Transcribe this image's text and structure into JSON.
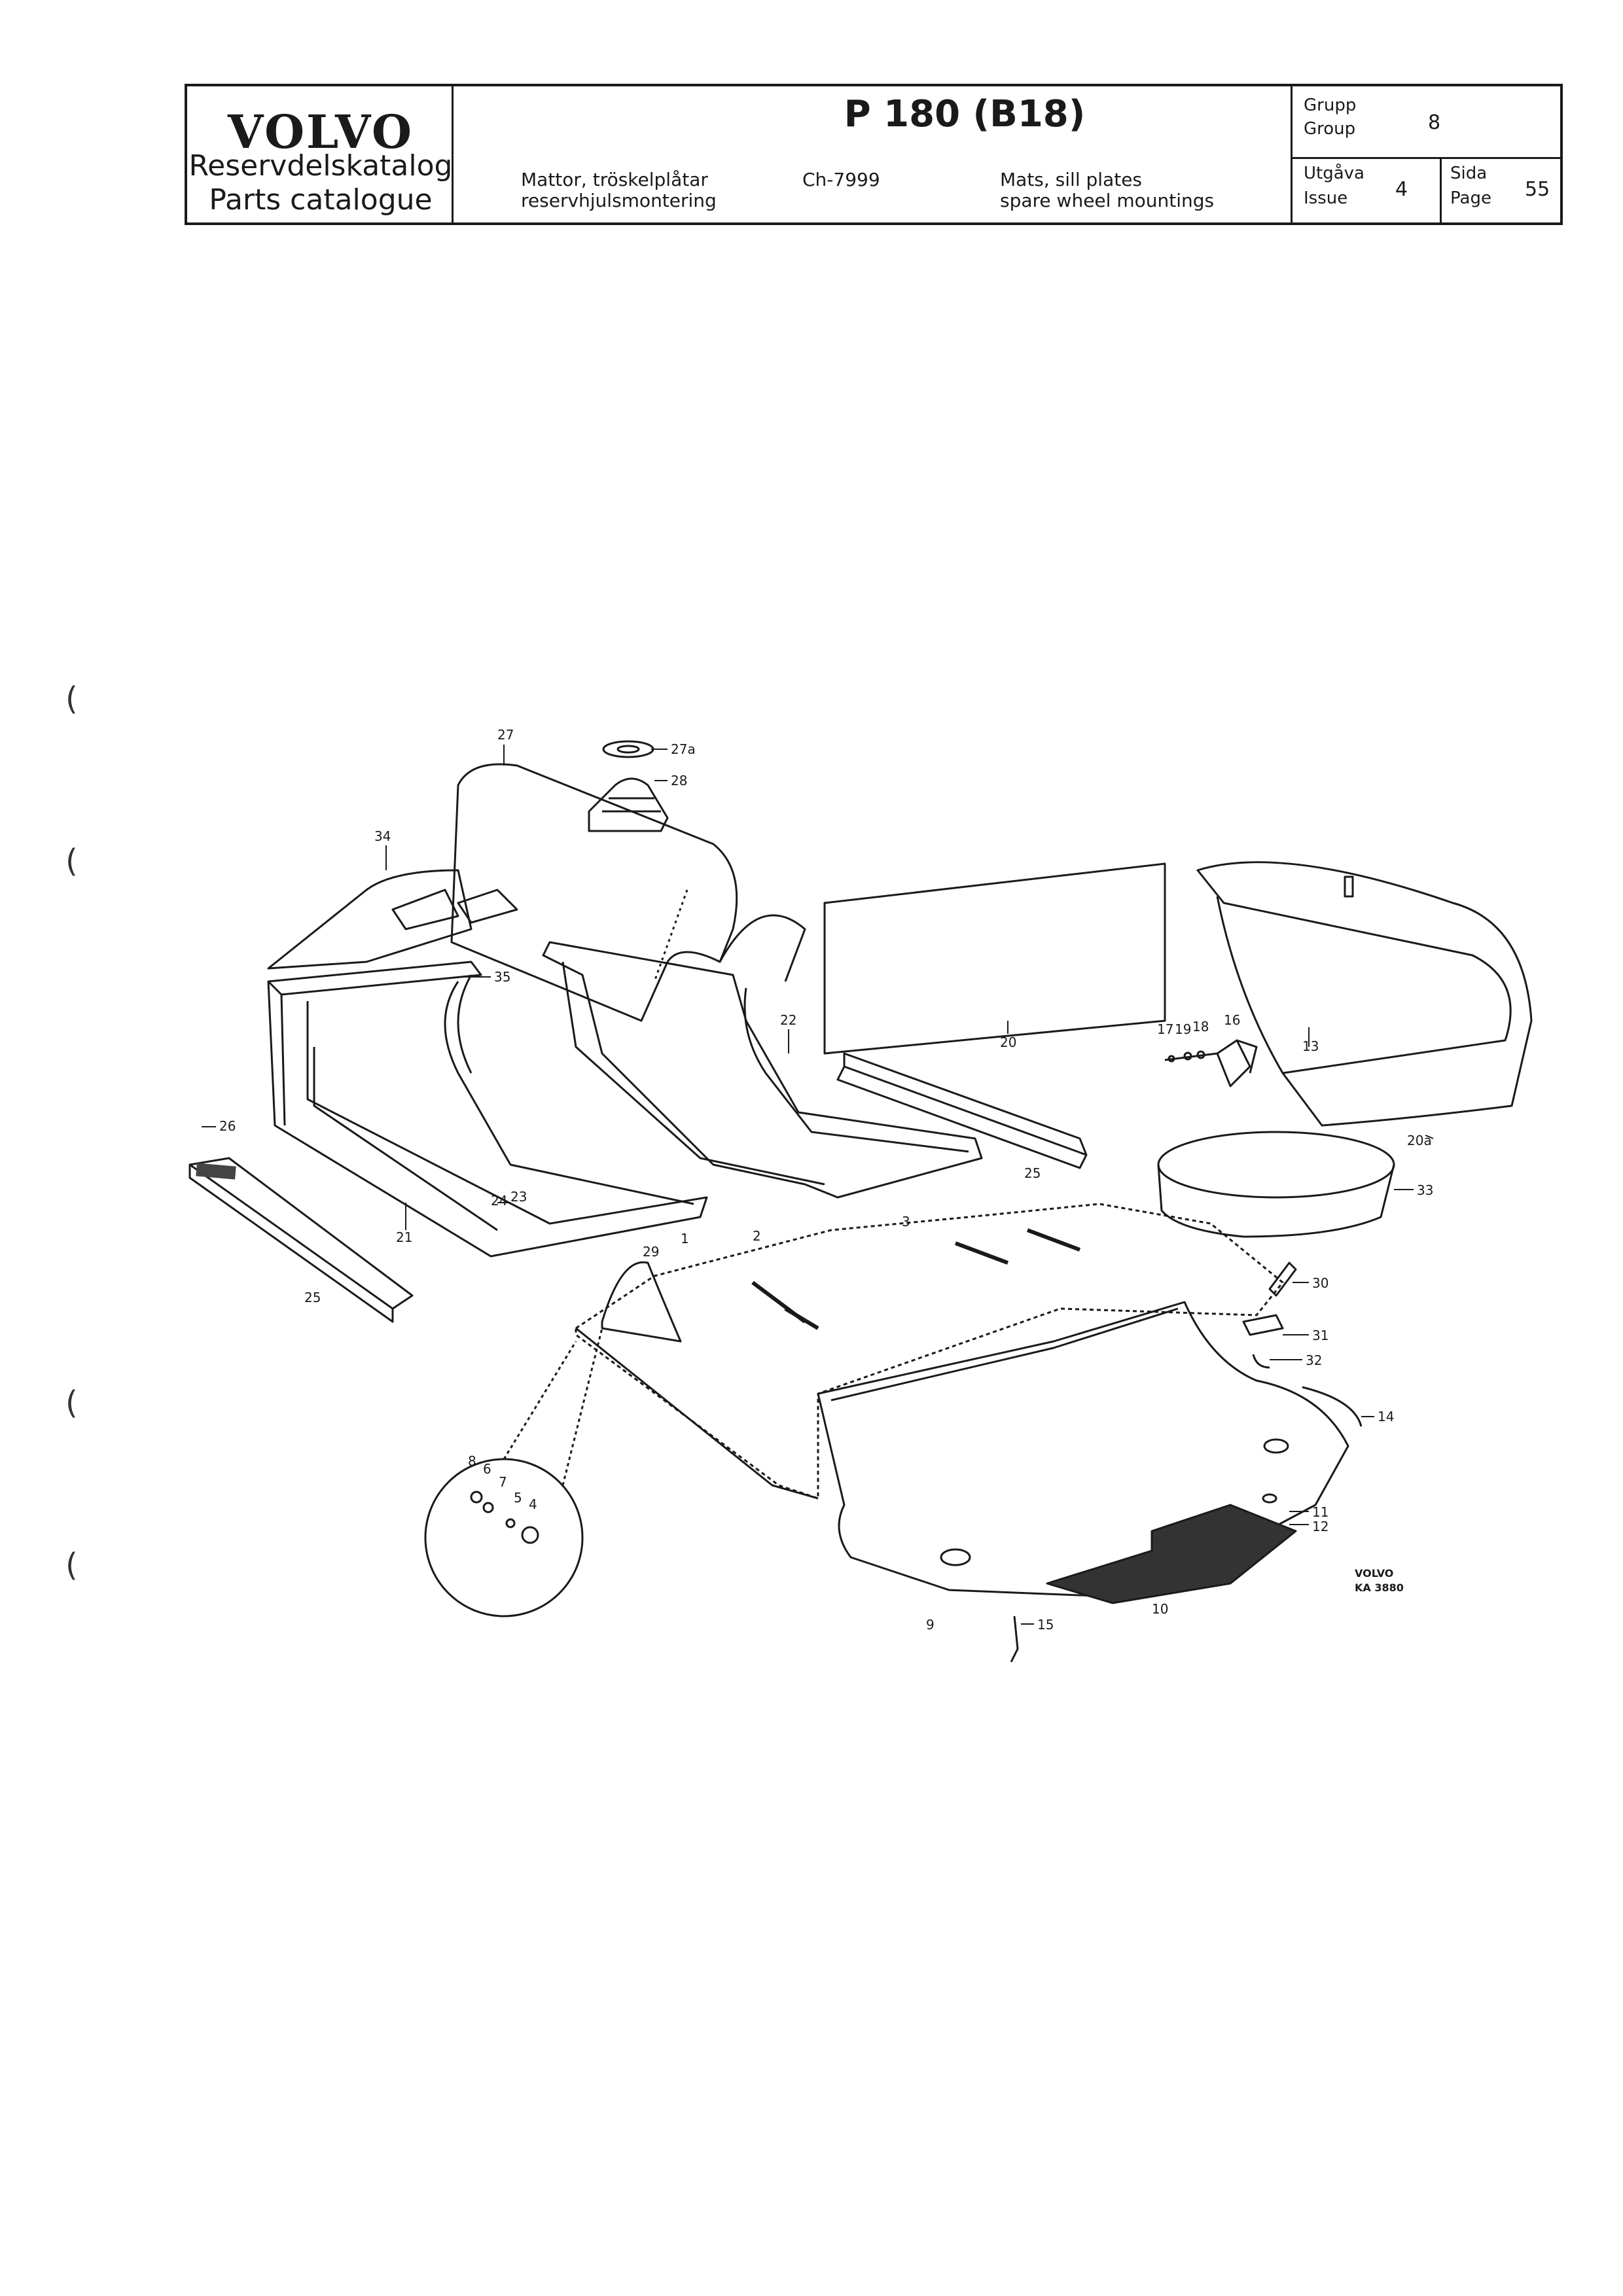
{
  "header": {
    "brand": "VOLVO",
    "catalog_sv": "Reservdelskatalog",
    "catalog_en": "Parts catalogue",
    "model": "P 180 (B18)",
    "desc_sv_line1": "Mattor, tröskelplåtar",
    "desc_sv_line2": "reservhjulsmontering",
    "chassis": "Ch-7999",
    "desc_en_line1": "Mats, sill plates",
    "desc_en_line2": "spare wheel mountings",
    "group_label_sv": "Grupp",
    "group_label_en": "Group",
    "group_value": "8",
    "issue_label_sv": "Utgåva",
    "issue_label_en": "Issue",
    "issue_value": "4",
    "page_label_sv": "Sida",
    "page_label_en": "Page",
    "page_value": "55"
  },
  "diagram": {
    "callouts": [
      "27",
      "27a",
      "28",
      "34",
      "35",
      "22",
      "20",
      "17",
      "19",
      "18",
      "16",
      "13",
      "20a",
      "33",
      "26",
      "24",
      "23",
      "21",
      "25",
      "25",
      "3",
      "2",
      "29",
      "1",
      "30",
      "31",
      "32",
      "14",
      "11",
      "12",
      "10",
      "9",
      "15",
      "8",
      "6",
      "7",
      "5",
      "4"
    ],
    "stamp_line1": "VOLVO",
    "stamp_line2": "KA 3880"
  },
  "side_marks": [
    "(",
    "(",
    "(",
    "("
  ]
}
